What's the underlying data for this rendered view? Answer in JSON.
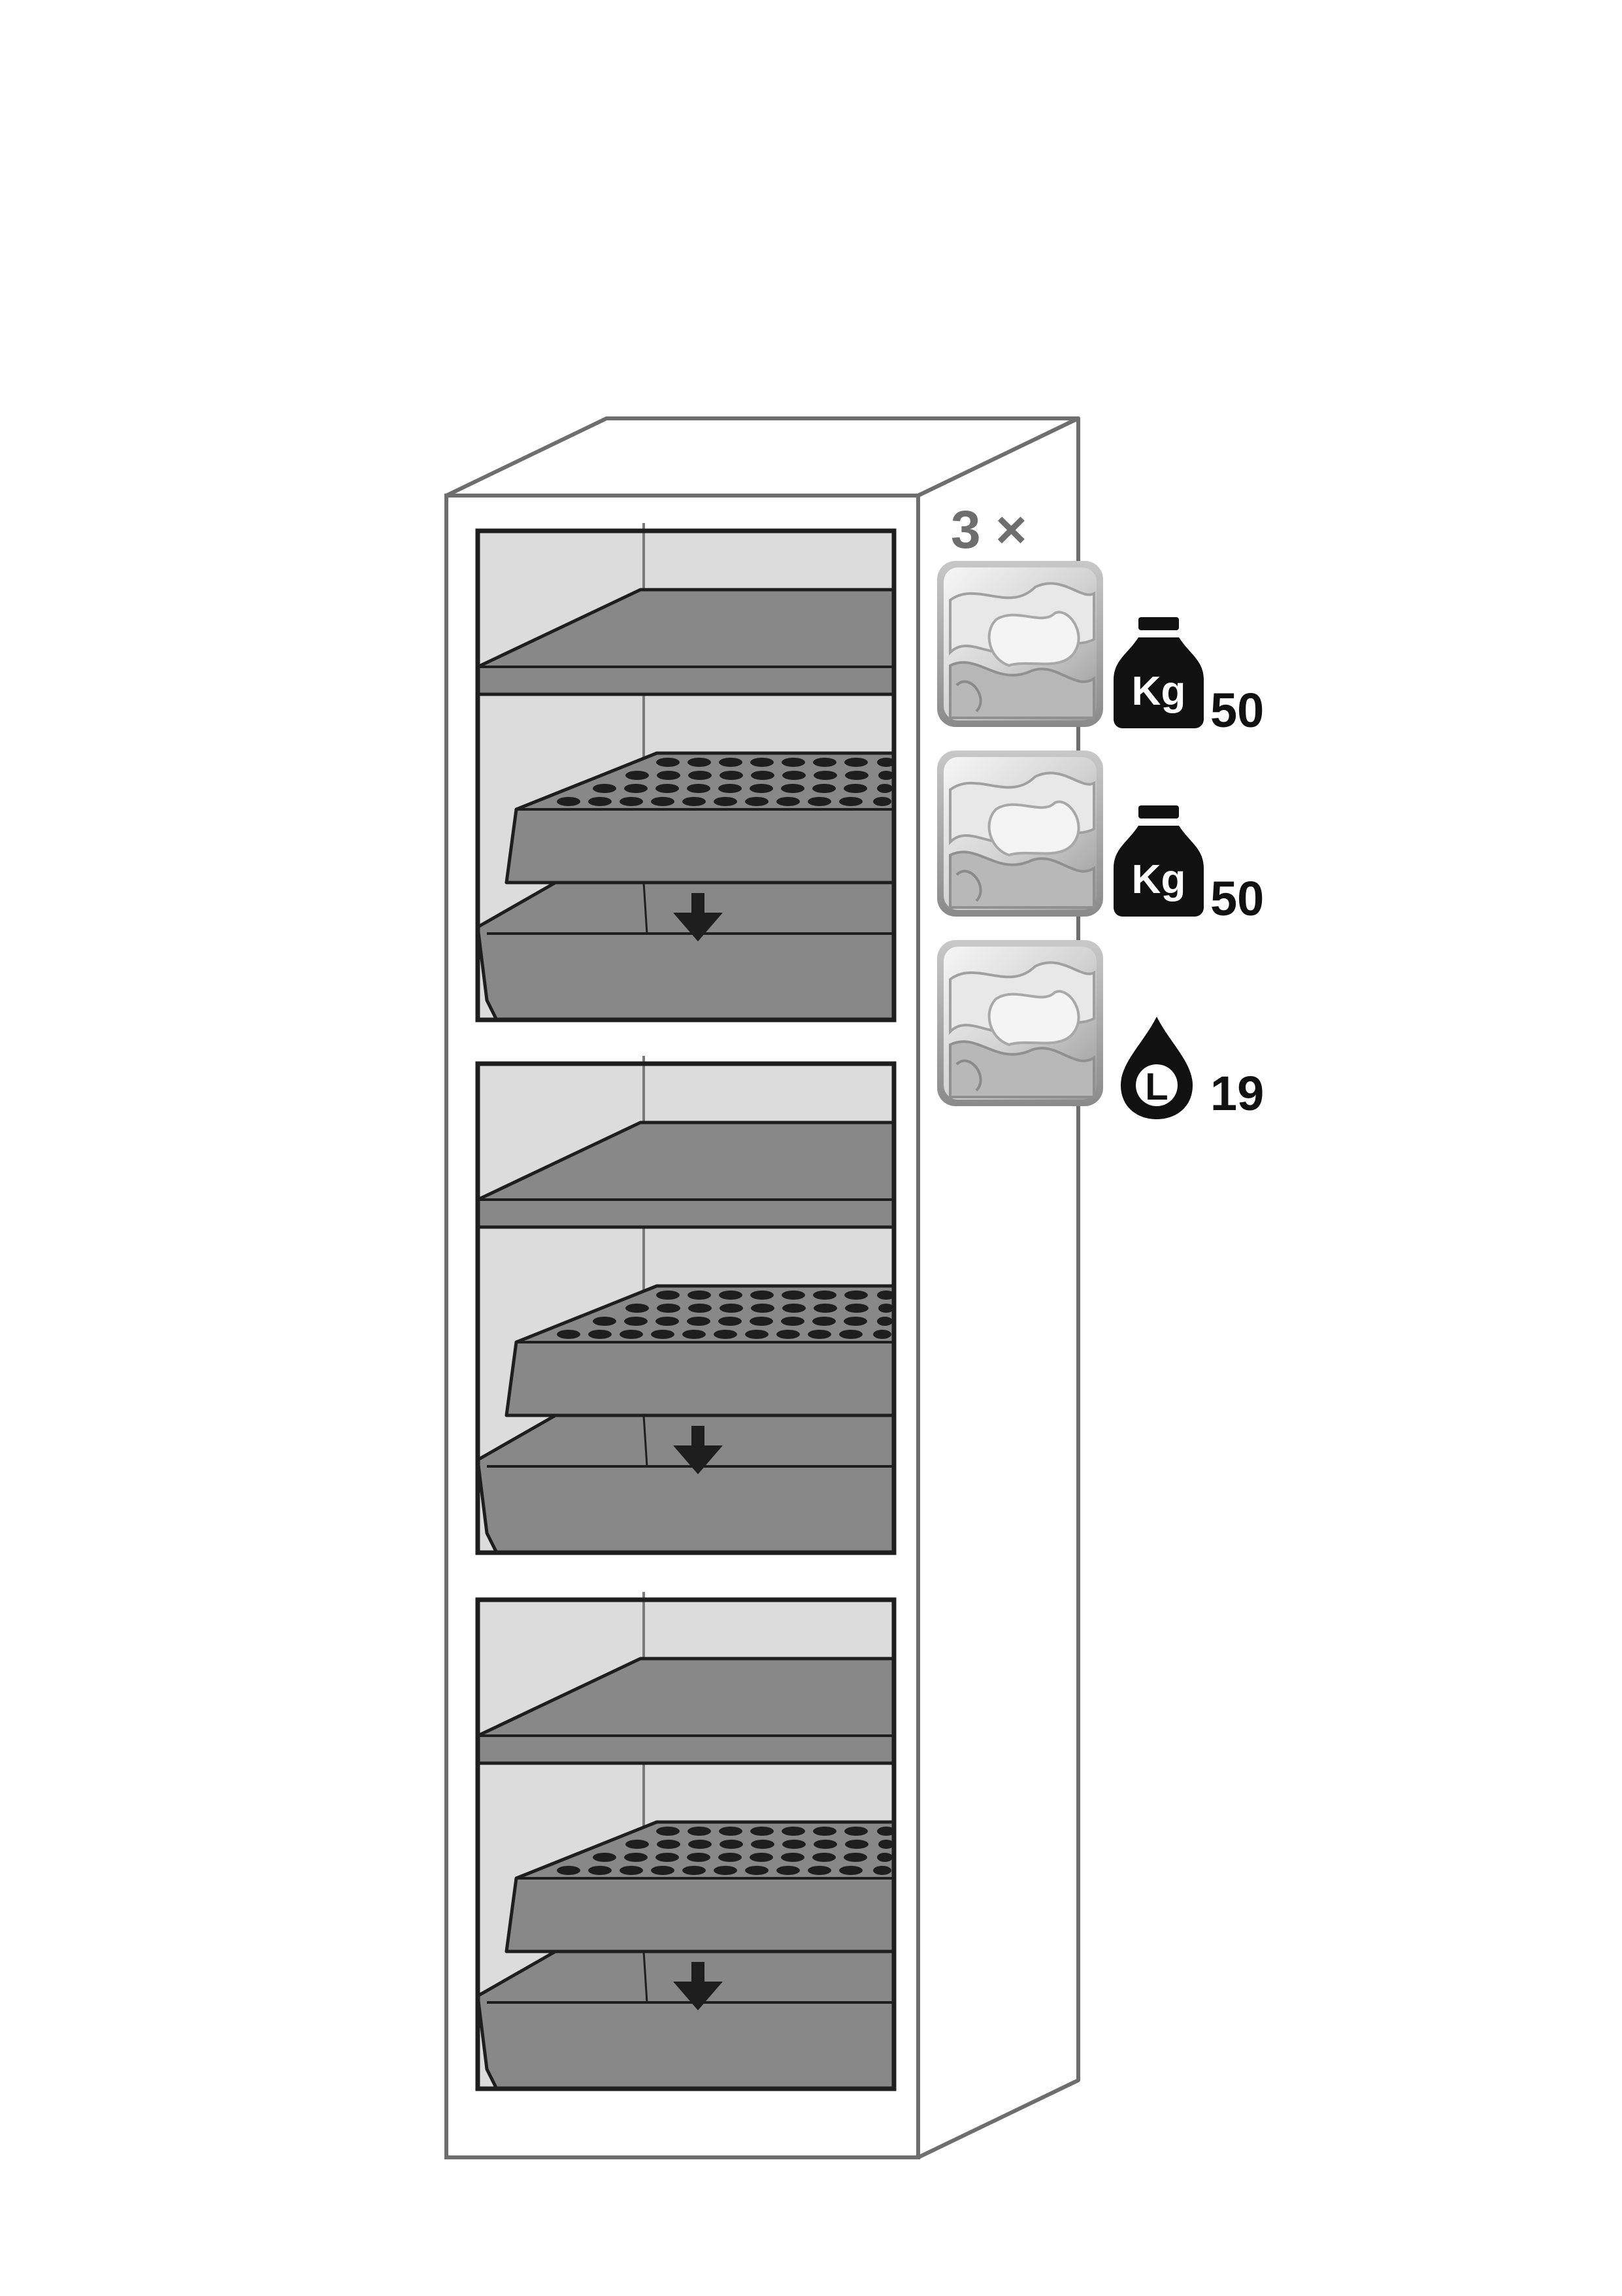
{
  "diagram": {
    "multiplier_label": "3 ×",
    "specs": [
      {
        "icon": "weight-kg-icon",
        "icon_label": "Kg",
        "value": "50"
      },
      {
        "icon": "weight-kg-icon",
        "icon_label": "Kg",
        "value": "50"
      },
      {
        "icon": "liquid-drop-icon",
        "icon_label": "L",
        "value": "19"
      }
    ],
    "compartments": 3,
    "colors": {
      "outline": "#6e6e6e",
      "frame": "#1e1e1e",
      "interior": "#dcdcdc",
      "shelf": "#888888",
      "text": "#111111",
      "multiplier": "#6e6e6e"
    }
  }
}
